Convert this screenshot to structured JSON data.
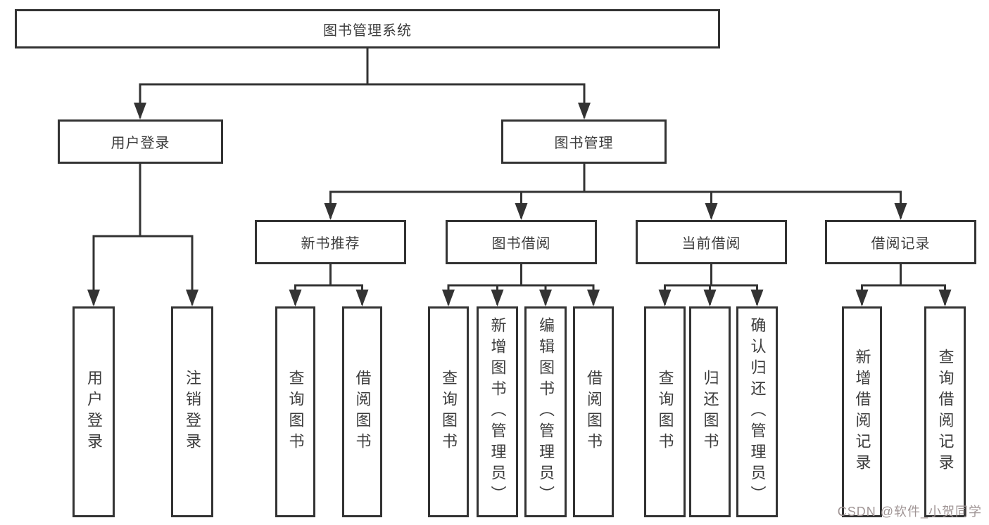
{
  "nodes": {
    "root": {
      "label": "图书管理系统"
    },
    "login": {
      "label": "用户登录"
    },
    "manage": {
      "label": "图书管理"
    },
    "newbook": {
      "label": "新书推荐"
    },
    "borrow": {
      "label": "图书借阅"
    },
    "current": {
      "label": "当前借阅"
    },
    "record": {
      "label": "借阅记录"
    }
  },
  "leaves": {
    "login": [
      "用户登录",
      "注销登录"
    ],
    "newbook": [
      "查询图书",
      "借阅图书"
    ],
    "borrow": [
      "查询图书",
      "新增图书（管理员）",
      "编辑图书（管理员）",
      "借阅图书"
    ],
    "current": [
      "查询图书",
      "归还图书",
      "确认归还（管理员）"
    ],
    "record": [
      "新增借阅记录",
      "查询借阅记录"
    ]
  },
  "watermark": {
    "text": "CSDN @软件_小贺同学"
  },
  "colors": {
    "line": "#333333",
    "text": "#3d3d3d",
    "watermark": "#a09595"
  }
}
